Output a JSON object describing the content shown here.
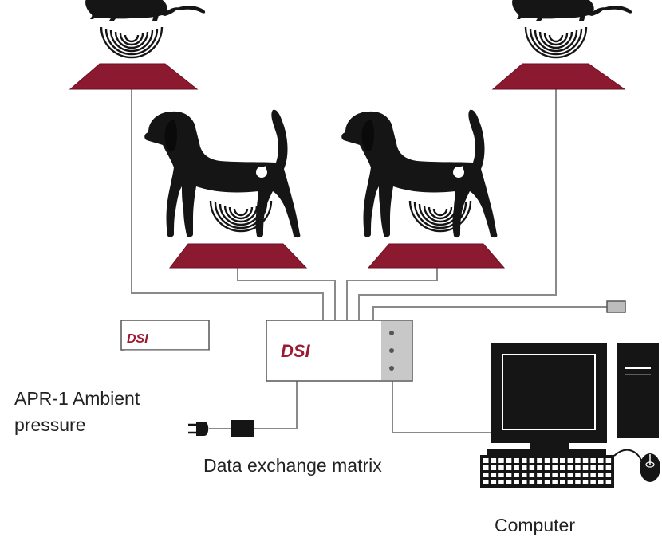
{
  "labels": {
    "apr": [
      "APR-1 Ambient",
      "pressure"
    ],
    "matrix": "Data exchange matrix",
    "computer": "Computer"
  },
  "logo": {
    "text": "DSI"
  },
  "colors": {
    "receiver": "#8b1a30",
    "receiver_edge": "#6e0f22",
    "animal": "#151515",
    "cable": "#8a8a8a",
    "logo": "#9b1b30",
    "box_border": "#555555",
    "port_panel": "#c8c8c8"
  },
  "icons": {
    "animals": [
      "rat-icon",
      "dog-icon"
    ],
    "equipment": [
      "receiver-plate",
      "apr-device",
      "matrix-device",
      "computer-monitor",
      "computer-tower",
      "keyboard",
      "mouse",
      "power-plug",
      "power-adapter",
      "connector-plug"
    ]
  }
}
